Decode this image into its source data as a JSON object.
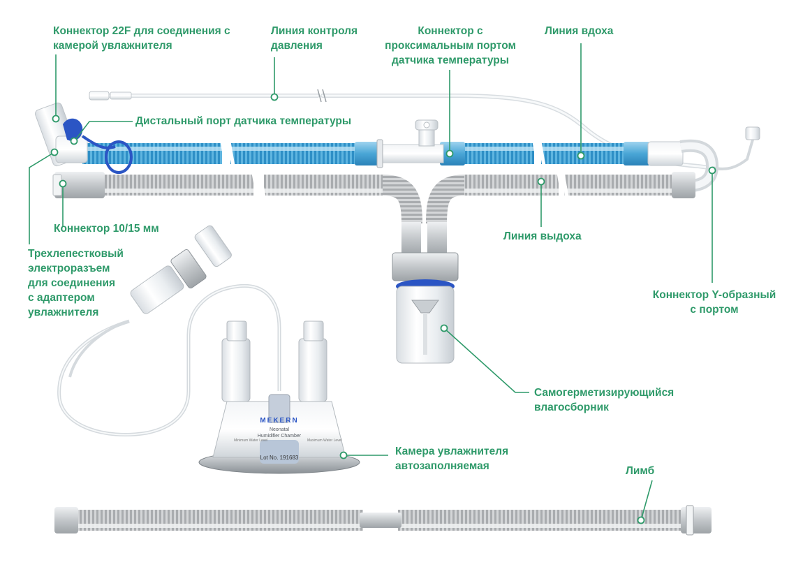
{
  "labels": {
    "humid_connector": [
      "Коннектор 22F для соединения с",
      "камерой увлажнителя"
    ],
    "pressure_line": [
      "Линия контроля",
      "давления"
    ],
    "temp_proximal_connector": [
      "Коннектор с",
      "проксимальным портом",
      "датчика температуры"
    ],
    "inspiratory_line": [
      "Линия вдоха"
    ],
    "distal_temp_port": [
      "Дистальный порт датчика температуры"
    ],
    "connector_10_15": [
      "Коннектор 10/15 мм"
    ],
    "expiratory_line": [
      "Линия выдоха"
    ],
    "three_pin_connector": [
      "Трехлепестковый",
      "электроразъем",
      "для соединения",
      "с адаптером",
      "увлажнителя"
    ],
    "y_connector": [
      "Коннектор Y-образный",
      "с портом"
    ],
    "water_trap": [
      "Самогерметизирующийся",
      "влагосборник"
    ],
    "humid_chamber": [
      "Камера увлажнителя",
      "автозаполняемая"
    ],
    "limb": [
      "Лимб"
    ]
  },
  "chamber_printing": {
    "brand": "MEKERN",
    "model_line1": "Neonatal",
    "model_line2": "Humidifier Chamber",
    "min_level": "Minimum Water Level",
    "max_level": "Maximum Water Level",
    "lot": "Lot No. 191683"
  },
  "colors": {
    "label_green": "#2f9a6a",
    "inspiratory_blue": "#4aa6d6",
    "expiratory_gray": "#b9bcbe",
    "connector_blue": "#2b55c4"
  }
}
